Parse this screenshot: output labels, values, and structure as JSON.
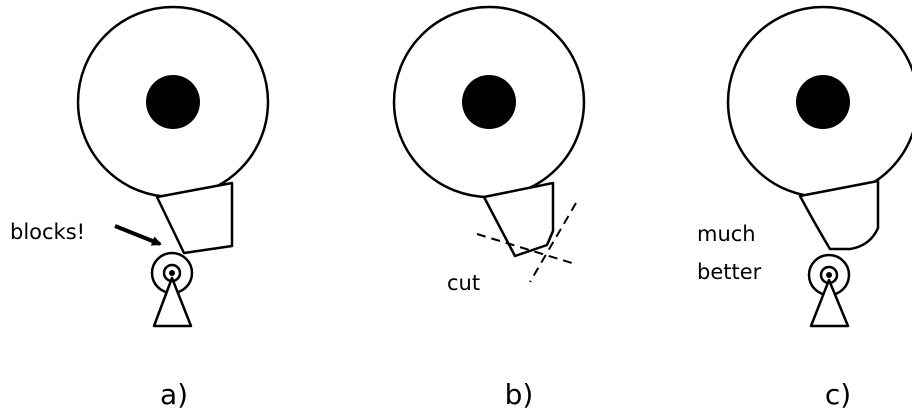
{
  "panels": [
    {
      "caption": "a)",
      "annotation": "blocks!"
    },
    {
      "caption": "b)",
      "annotation": "cut"
    },
    {
      "caption": "c)",
      "annotation_line1": "much",
      "annotation_line2": "better"
    }
  ],
  "colors": {
    "ink": "#000000",
    "background": "#ffffff"
  }
}
